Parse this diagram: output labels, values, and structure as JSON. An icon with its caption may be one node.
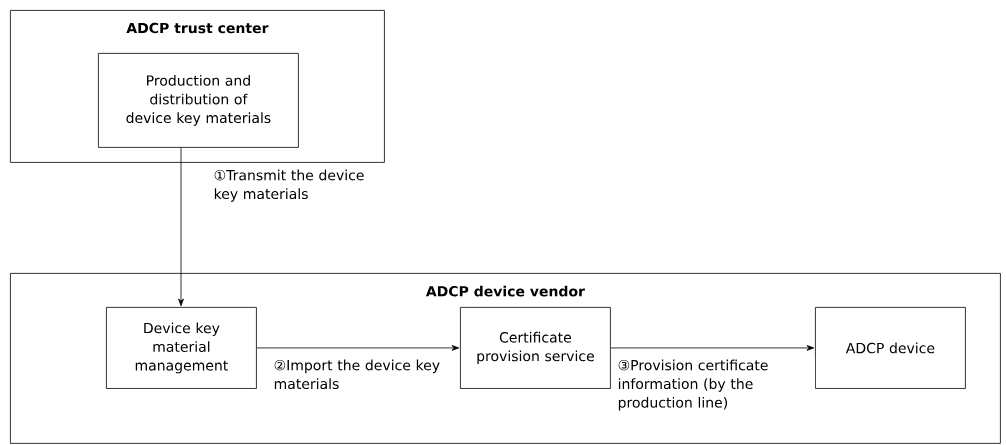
{
  "diagram": {
    "nodes": [
      {
        "text": [
          "ADCP trust center"
        ]
      },
      {
        "text": [
          "Production and distribution of device key materials"
        ],
        "in": 0
      },
      {
        "text": [
          "ADCP device vendor"
        ]
      },
      {
        "text": [
          "Device key material management"
        ],
        "in": 2
      },
      {
        "text": [
          "Certificate provision service"
        ],
        "in": 2
      },
      {
        "text": [
          "ADCP device"
        ],
        "in": 2
      }
    ],
    "edges": [
      {
        "from": 1,
        "to": 3,
        "arrow": "to",
        "label": "①Transmit the device key materials"
      },
      {
        "from": 3,
        "to": 4,
        "arrow": "to",
        "label": "②Import the device key materials"
      },
      {
        "from": 4,
        "to": 5,
        "arrow": "to",
        "label": "③Provision certificate information (by the production line)"
      }
    ]
  }
}
